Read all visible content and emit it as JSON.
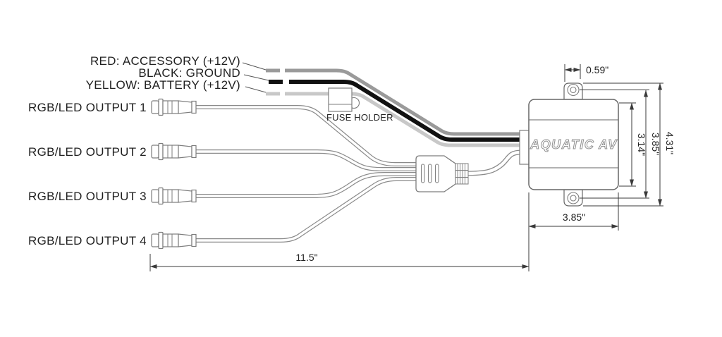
{
  "labels": {
    "red_wire": "RED: ACCESSORY (+12V)",
    "black_wire": "BLACK: GROUND",
    "yellow_wire": "YELLOW: BATTERY (+12V)",
    "fuse_holder": "FUSE HOLDER",
    "outputs": [
      "RGB/LED OUTPUT 1",
      "RGB/LED OUTPUT 2",
      "RGB/LED OUTPUT 3",
      "RGB/LED OUTPUT 4"
    ],
    "brand": "AQUATIC AV"
  },
  "dimensions": {
    "tab_hole_offset": "0.59\"",
    "body_height": "3.14\"",
    "mount_hole_spacing": "3.85\"",
    "overall_height": "4.31\"",
    "body_width": "3.85\"",
    "harness_length": "11.5\""
  },
  "colors": {
    "wire_red": "#9a9a9a",
    "wire_black": "#111111",
    "wire_yellow": "#c8c8c8",
    "outline": "#7d7d7d",
    "dimension": "#3a3a3a"
  }
}
